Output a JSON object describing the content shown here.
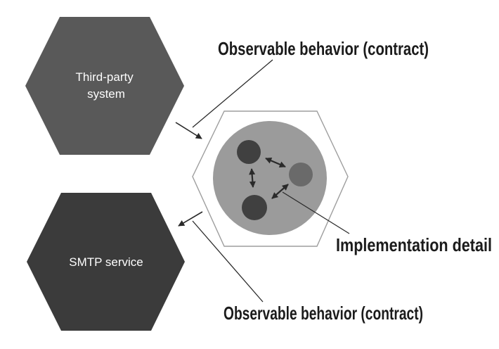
{
  "hexagons": {
    "third_party": {
      "line1": "Third-party",
      "line2": "system",
      "fill": "#595959",
      "text_color": "#fdfdfd"
    },
    "smtp": {
      "label": "SMTP service",
      "fill": "#3b3b3b",
      "text_color": "#fdfdfd"
    },
    "application": {
      "fill": "#ffffff",
      "stroke": "#9e9e9e"
    }
  },
  "inner_system": {
    "system_circle_fill": "#9b9b9b",
    "component_dark_fill": "#404040",
    "component_medium_fill": "#6a6a6a"
  },
  "annotations": {
    "top_contract": "Observable behavior (contract)",
    "implementation_detail": "Implementation detail",
    "bottom_contract": "Observable behavior (contract)",
    "text_color": "#1b1b1b"
  },
  "lines": {
    "color": "#2a2a2a"
  }
}
